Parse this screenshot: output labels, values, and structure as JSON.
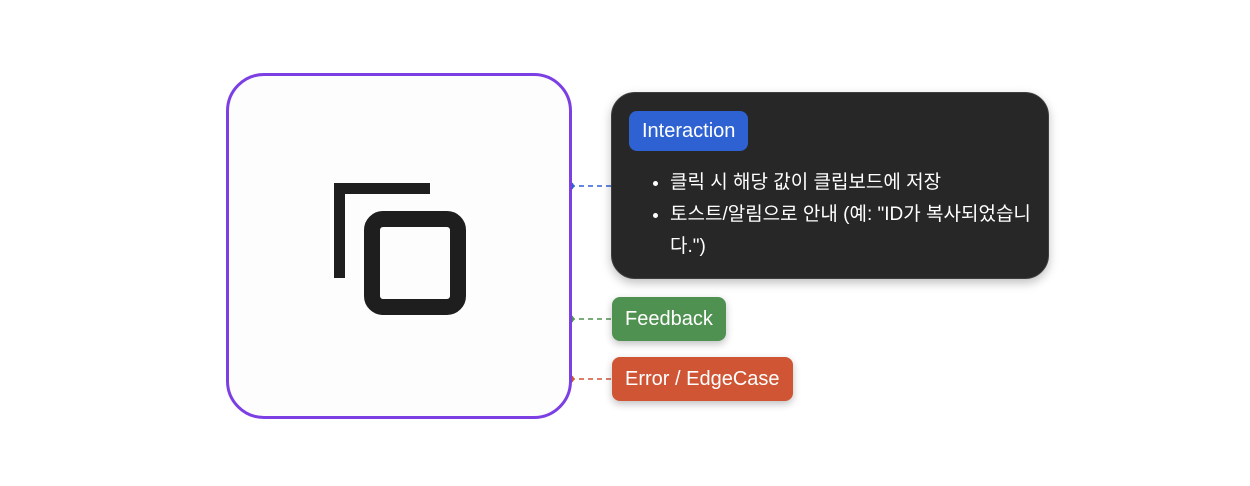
{
  "colors": {
    "card_border": "#7b3fe4",
    "interaction_accent": "#2e62d3",
    "feedback_accent": "#4f9150",
    "error_accent": "#cf5534",
    "panel_background": "#272727",
    "icon_color": "#1e1e1e"
  },
  "icon": {
    "name": "copy-icon"
  },
  "interaction": {
    "badge_label": "Interaction",
    "items": [
      "클릭 시 해당 값이 클립보드에 저장",
      "토스트/알림으로 안내 (예: \"ID가 복사되었습니다.\")"
    ]
  },
  "feedback": {
    "badge_label": "Feedback"
  },
  "error": {
    "badge_label": "Error / EdgeCase"
  }
}
